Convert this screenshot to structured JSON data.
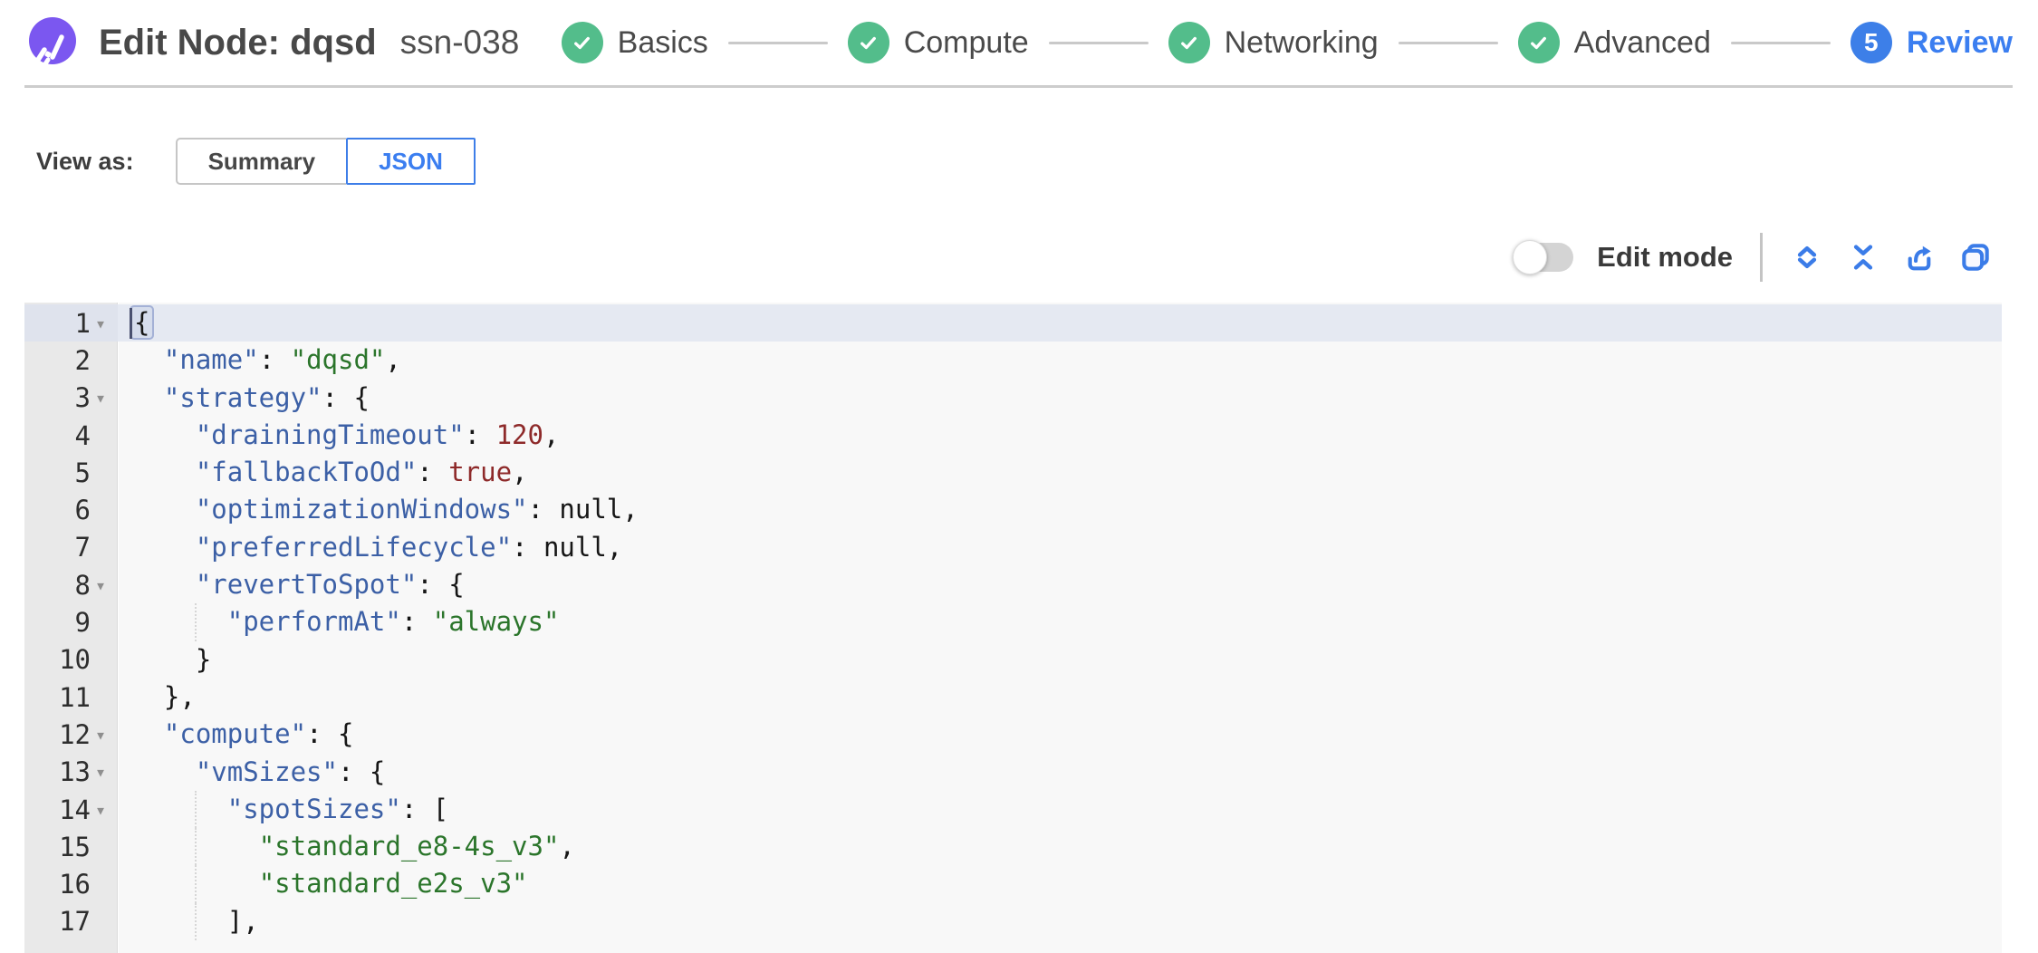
{
  "header": {
    "logo_icon": "spot-logo-icon",
    "title": "Edit Node: dqsd",
    "subtitle": "ssn-038",
    "steps": [
      {
        "label": "Basics",
        "state": "complete"
      },
      {
        "label": "Compute",
        "state": "complete"
      },
      {
        "label": "Networking",
        "state": "complete"
      },
      {
        "label": "Advanced",
        "state": "complete"
      },
      {
        "label": "Review",
        "state": "current",
        "number": "5"
      }
    ]
  },
  "view_as": {
    "label": "View as:",
    "options": [
      {
        "label": "Summary",
        "active": false
      },
      {
        "label": "JSON",
        "active": true
      }
    ]
  },
  "toolbar": {
    "edit_mode_label": "Edit mode",
    "edit_mode_on": false,
    "icons": [
      "expand-all-icon",
      "collapse-all-icon",
      "export-icon",
      "copy-icon"
    ]
  },
  "colors": {
    "accent_blue": "#3b7ef0",
    "success_green": "#53bd8b",
    "brand_purple": "#7b57f0",
    "tok_key": "#3c60a6",
    "tok_string": "#2b752b",
    "tok_num": "#8e2a2a",
    "tok_plain": "#161616"
  },
  "editor": {
    "active_line": 1,
    "lines": [
      {
        "number": 1,
        "fold": true,
        "active": true,
        "cursor": true,
        "tokens": [
          [
            "hlb",
            "{"
          ]
        ]
      },
      {
        "number": 2,
        "tokens": [
          [
            "ws",
            "  "
          ],
          [
            "k",
            "\"name\""
          ],
          [
            "p",
            ": "
          ],
          [
            "s",
            "\"dqsd\""
          ],
          [
            "p",
            ","
          ]
        ]
      },
      {
        "number": 3,
        "fold": true,
        "tokens": [
          [
            "ws",
            "  "
          ],
          [
            "k",
            "\"strategy\""
          ],
          [
            "p",
            ": {"
          ]
        ]
      },
      {
        "number": 4,
        "tokens": [
          [
            "ws",
            "    "
          ],
          [
            "k",
            "\"drainingTimeout\""
          ],
          [
            "p",
            ": "
          ],
          [
            "n",
            "120"
          ],
          [
            "p",
            ","
          ]
        ]
      },
      {
        "number": 5,
        "tokens": [
          [
            "ws",
            "    "
          ],
          [
            "k",
            "\"fallbackToOd\""
          ],
          [
            "p",
            ": "
          ],
          [
            "n",
            "true"
          ],
          [
            "p",
            ","
          ]
        ]
      },
      {
        "number": 6,
        "tokens": [
          [
            "ws",
            "    "
          ],
          [
            "k",
            "\"optimizationWindows\""
          ],
          [
            "p",
            ": null,"
          ]
        ]
      },
      {
        "number": 7,
        "tokens": [
          [
            "ws",
            "    "
          ],
          [
            "k",
            "\"preferredLifecycle\""
          ],
          [
            "p",
            ": null,"
          ]
        ]
      },
      {
        "number": 8,
        "fold": true,
        "tokens": [
          [
            "ws",
            "    "
          ],
          [
            "k",
            "\"revertToSpot\""
          ],
          [
            "p",
            ": {"
          ]
        ]
      },
      {
        "number": 9,
        "guide": true,
        "tokens": [
          [
            "ws",
            "      "
          ],
          [
            "k",
            "\"performAt\""
          ],
          [
            "p",
            ": "
          ],
          [
            "s",
            "\"always\""
          ]
        ]
      },
      {
        "number": 10,
        "tokens": [
          [
            "ws",
            "    "
          ],
          [
            "p",
            "}"
          ]
        ]
      },
      {
        "number": 11,
        "tokens": [
          [
            "ws",
            "  "
          ],
          [
            "p",
            "},"
          ]
        ]
      },
      {
        "number": 12,
        "fold": true,
        "tokens": [
          [
            "ws",
            "  "
          ],
          [
            "k",
            "\"compute\""
          ],
          [
            "p",
            ": {"
          ]
        ]
      },
      {
        "number": 13,
        "fold": true,
        "tokens": [
          [
            "ws",
            "    "
          ],
          [
            "k",
            "\"vmSizes\""
          ],
          [
            "p",
            ": {"
          ]
        ]
      },
      {
        "number": 14,
        "fold": true,
        "guide": true,
        "tokens": [
          [
            "ws",
            "      "
          ],
          [
            "k",
            "\"spotSizes\""
          ],
          [
            "p",
            ": ["
          ]
        ]
      },
      {
        "number": 15,
        "guide": true,
        "tokens": [
          [
            "ws",
            "        "
          ],
          [
            "s",
            "\"standard_e8-4s_v3\""
          ],
          [
            "p",
            ","
          ]
        ]
      },
      {
        "number": 16,
        "guide": true,
        "tokens": [
          [
            "ws",
            "        "
          ],
          [
            "s",
            "\"standard_e2s_v3\""
          ]
        ]
      },
      {
        "number": 17,
        "guide": true,
        "tokens": [
          [
            "ws",
            "      "
          ],
          [
            "p",
            "],"
          ]
        ]
      }
    ]
  }
}
